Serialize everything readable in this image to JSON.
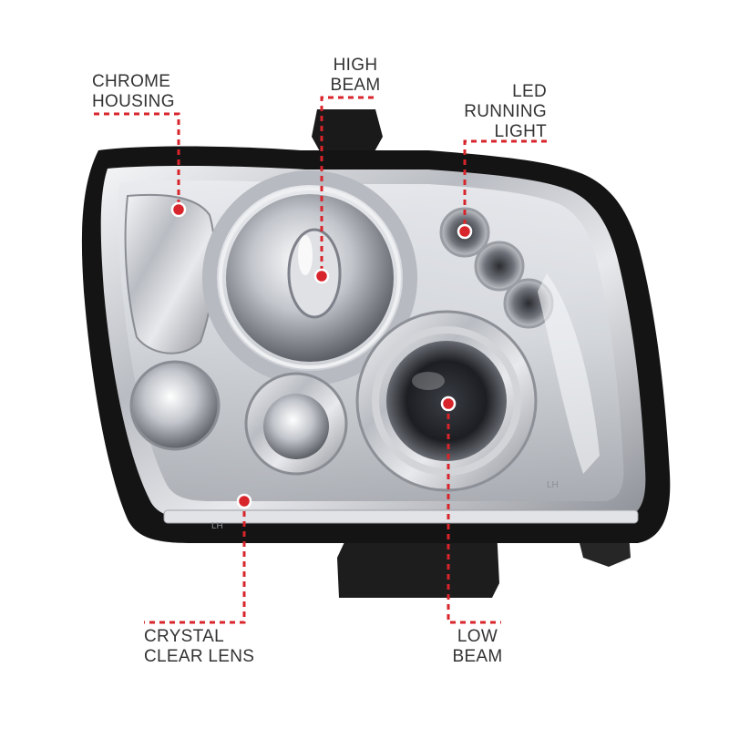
{
  "callouts": {
    "chrome_housing": {
      "line1": "CHROME",
      "line2": "HOUSING"
    },
    "high_beam": {
      "line1": "HIGH",
      "line2": "BEAM"
    },
    "led_running_light": {
      "line1": "LED",
      "line2": "RUNNING",
      "line3": "LIGHT"
    },
    "crystal_clear_lens": {
      "line1": "CRYSTAL",
      "line2": "CLEAR LENS"
    },
    "low_beam": {
      "line1": "LOW",
      "line2": "BEAM"
    }
  },
  "lens_markings": {
    "left": "LH",
    "right": "LH"
  },
  "colors": {
    "callout_line": "#d8242b",
    "callout_dot": "#d8242b",
    "text": "#333333",
    "housing_black": "#141414",
    "chrome": "#c9ccd1",
    "background": "#ffffff"
  }
}
